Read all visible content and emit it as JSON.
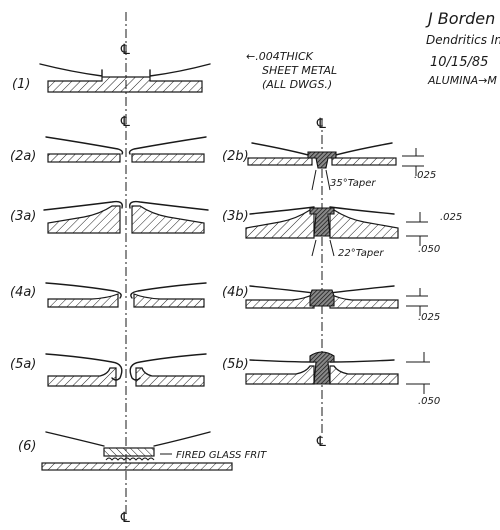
{
  "header": {
    "author": "J Borden",
    "company": "Dendritics Inc",
    "date": "10/15/85",
    "material": "ALUMINA→M"
  },
  "notes": {
    "sheet_line1": "←.004THICK",
    "sheet_line2": "SHEET METAL",
    "sheet_line3": "(ALL DWGS.)",
    "frit": "FIRED GLASS FRIT"
  },
  "centerline_symbol": "℄",
  "figures": {
    "f1": "(1)",
    "f2a": "(2a)",
    "f2b": "(2b)",
    "f3a": "(3a)",
    "f3b": "(3b)",
    "f4a": "(4a)",
    "f4b": "(4b)",
    "f5a": "(5a)",
    "f5b": "(5b)",
    "f6": "(6)"
  },
  "dimensions": {
    "taper35": "35°Taper",
    "taper22": "22°Taper",
    "d2b": ".025",
    "d3b_top": ".025",
    "d3b_bottom": ".050",
    "d4b": ".025",
    "d5b": ".050"
  }
}
